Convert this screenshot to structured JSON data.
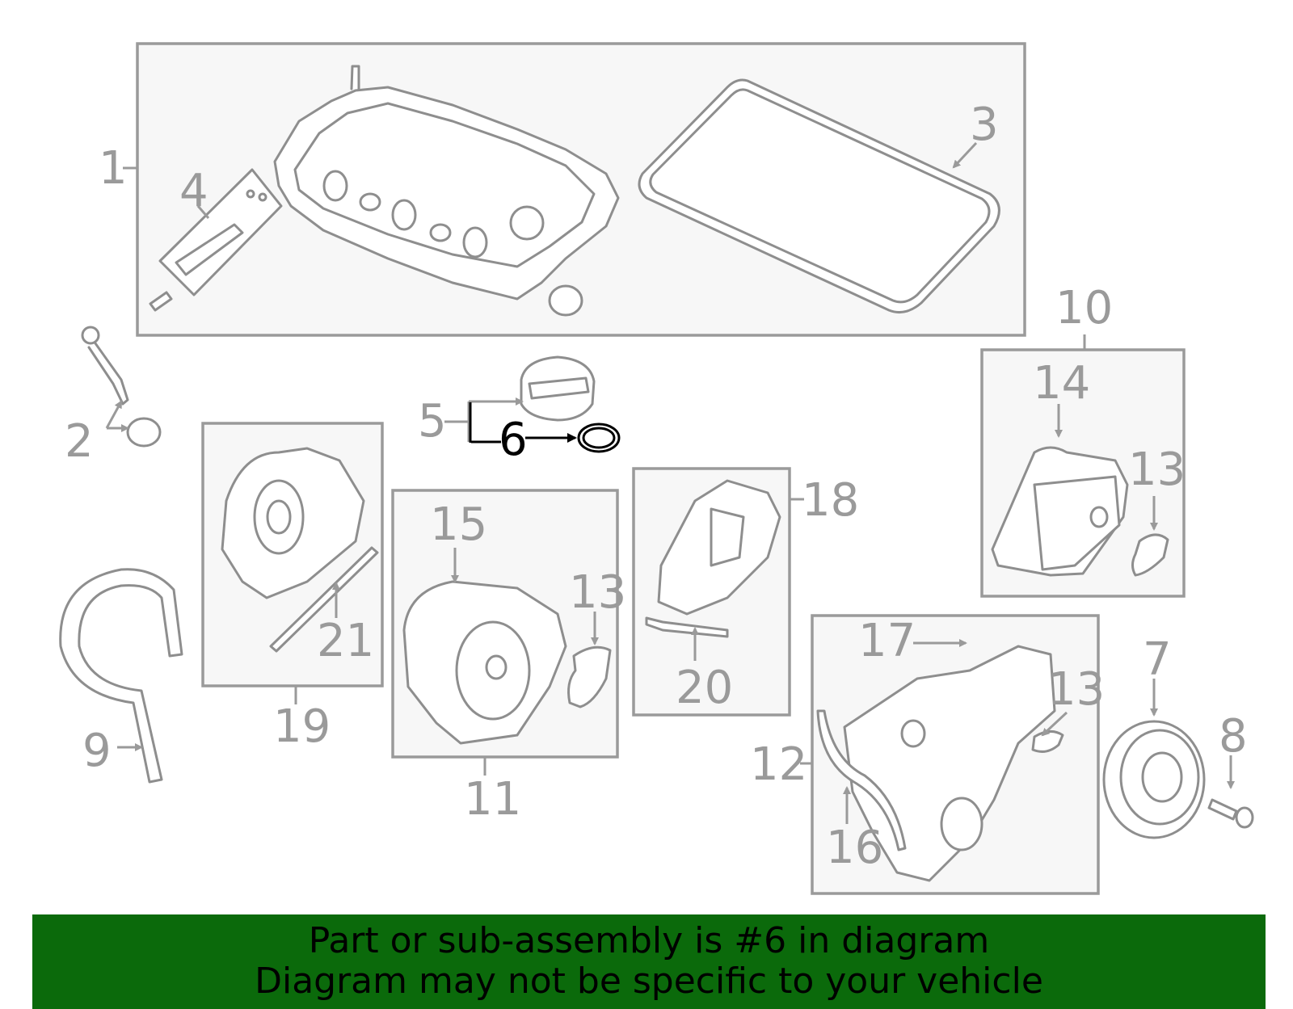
{
  "diagram": {
    "highlighted_part": "6",
    "callouts": {
      "c1": "1",
      "c2": "2",
      "c3": "3",
      "c4": "4",
      "c5": "5",
      "c6": "6",
      "c7": "7",
      "c8": "8",
      "c9": "9",
      "c10": "10",
      "c11": "11",
      "c12": "12",
      "c13a": "13",
      "c13b": "13",
      "c13c": "13",
      "c14": "14",
      "c15": "15",
      "c16": "16",
      "c17": "17",
      "c18": "18",
      "c19": "19",
      "c20": "20",
      "c21": "21"
    },
    "colors": {
      "line": "#9a9a9a",
      "highlight": "#000000",
      "banner_bg": "#0b6a0b",
      "box_fill": "#f7f7f7"
    }
  },
  "banner": {
    "line1": "Part or sub-assembly is #6 in diagram",
    "line2": "Diagram may not be specific to your vehicle"
  }
}
